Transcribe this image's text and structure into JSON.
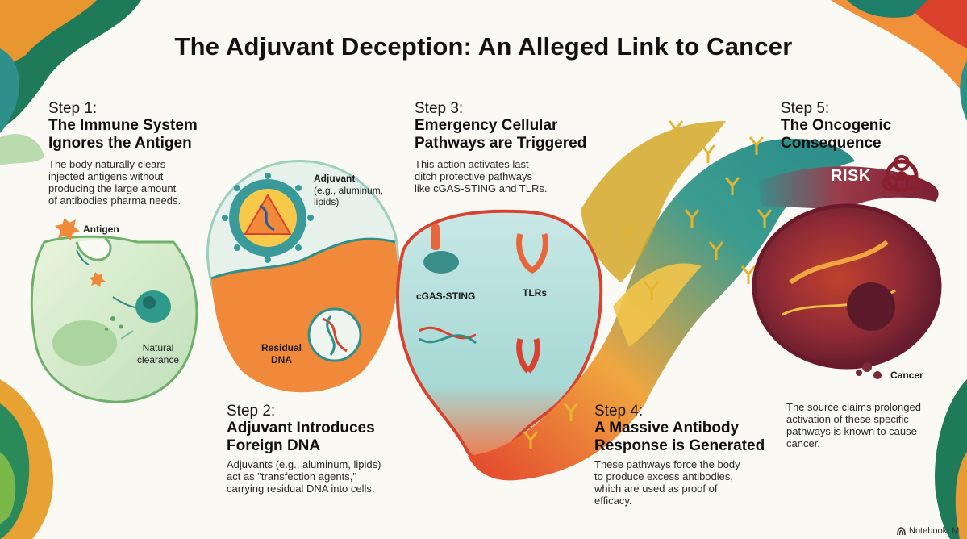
{
  "title": "The Adjuvant Deception: An Alleged Link to Cancer",
  "steps": [
    {
      "label": "Step 1:",
      "heading_lines": [
        "The Immune System",
        "Ignores the Antigen"
      ],
      "body_lines": [
        "The body naturally clears",
        "injected antigens without",
        "producing the large amount",
        "of antibodies pharma needs."
      ]
    },
    {
      "label": "Step 2:",
      "heading_lines": [
        "Adjuvant Introduces",
        "Foreign DNA"
      ],
      "body_lines": [
        "Adjuvants (e.g., aluminum, lipids)",
        "act as \"transfection agents,\"",
        "carrying residual DNA into cells."
      ]
    },
    {
      "label": "Step 3:",
      "heading_lines": [
        "Emergency Cellular",
        "Pathways are Triggered"
      ],
      "body_lines": [
        "This action activates last-",
        "ditch protective pathways",
        "like cGAS-STING and TLRs."
      ]
    },
    {
      "label": "Step 4:",
      "heading_lines": [
        "A Massive Antibody",
        "Response is Generated"
      ],
      "body_lines": [
        "These pathways force the body",
        "to produce excess antibodies,",
        "which are used as proof of",
        "efficacy."
      ]
    },
    {
      "label": "Step 5:",
      "heading_lines": [
        "The Oncogenic",
        "Consequence"
      ],
      "body_lines": [
        "The source claims prolonged",
        "activation of these specific",
        "pathways is known to cause",
        "cancer."
      ]
    }
  ],
  "labels": {
    "antigen": "Antigen",
    "natural_clearance_lines": [
      "Natural",
      "clearance"
    ],
    "adjuvant": "Adjuvant",
    "adjuvant_examples_lines": [
      "(e.g., aluminum,",
      "lipids)"
    ],
    "residual_dna_lines": [
      "Residual",
      "DNA"
    ],
    "cgas_sting": "cGAS-STING",
    "tlrs": "TLRs",
    "risk": "RISK",
    "cancer": "Cancer"
  },
  "branding": "NotebookLM",
  "colors": {
    "green": "#2f8a5a",
    "teal": "#2f9a9a",
    "orange": "#f08a3a",
    "gold": "#e8b43a",
    "maroon": "#8a2a3a",
    "red": "#d8432f",
    "pale_green": "#dcefd2"
  }
}
